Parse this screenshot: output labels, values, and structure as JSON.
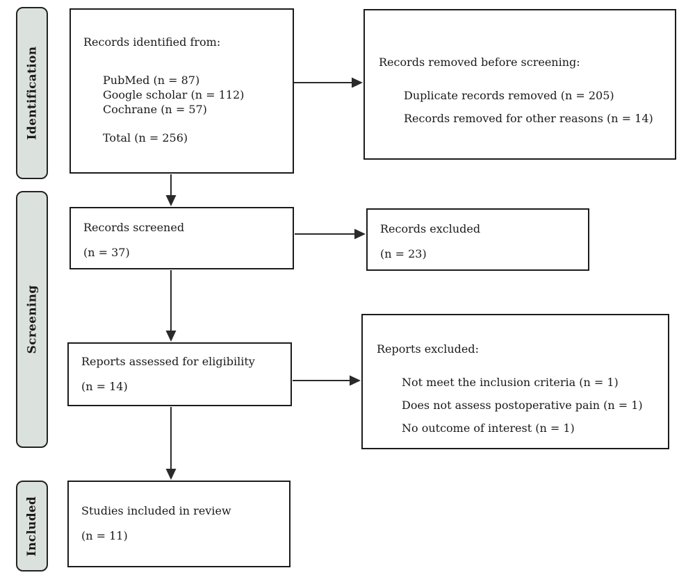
{
  "diagram": {
    "type": "prisma-flow",
    "colors": {
      "stage_fill": "#dbe2de",
      "border": "#1b1b1b",
      "arrow": "#2a2a2a",
      "text": "#1a1a1a",
      "background": "#ffffff"
    },
    "stages": [
      {
        "label": "Identification"
      },
      {
        "label": "Screening"
      },
      {
        "label": "Included"
      }
    ],
    "boxes": {
      "identified": {
        "title": "Records identified from:",
        "items": [
          "PubMed (n = 87)",
          "Google scholar (n = 112)",
          "Cochrane (n = 57)"
        ],
        "total": "Total (n = 256)"
      },
      "removed": {
        "title": "Records removed before screening:",
        "items": [
          "Duplicate records removed (n = 205)",
          "Records removed for other reasons (n = 14)"
        ]
      },
      "screened": {
        "title": "Records screened",
        "count": "(n = 37)"
      },
      "excluded": {
        "title": "Records excluded",
        "count": "(n = 23)"
      },
      "assessed": {
        "title": "Reports assessed for eligibility",
        "count": "(n = 14)"
      },
      "reports_excluded": {
        "title": "Reports excluded:",
        "items": [
          "Not meet the inclusion criteria (n = 1)",
          "Does not assess postoperative pain (n = 1)",
          "No outcome of interest (n = 1)"
        ]
      },
      "included": {
        "title": "Studies included in review",
        "count": "(n = 11)"
      }
    }
  }
}
